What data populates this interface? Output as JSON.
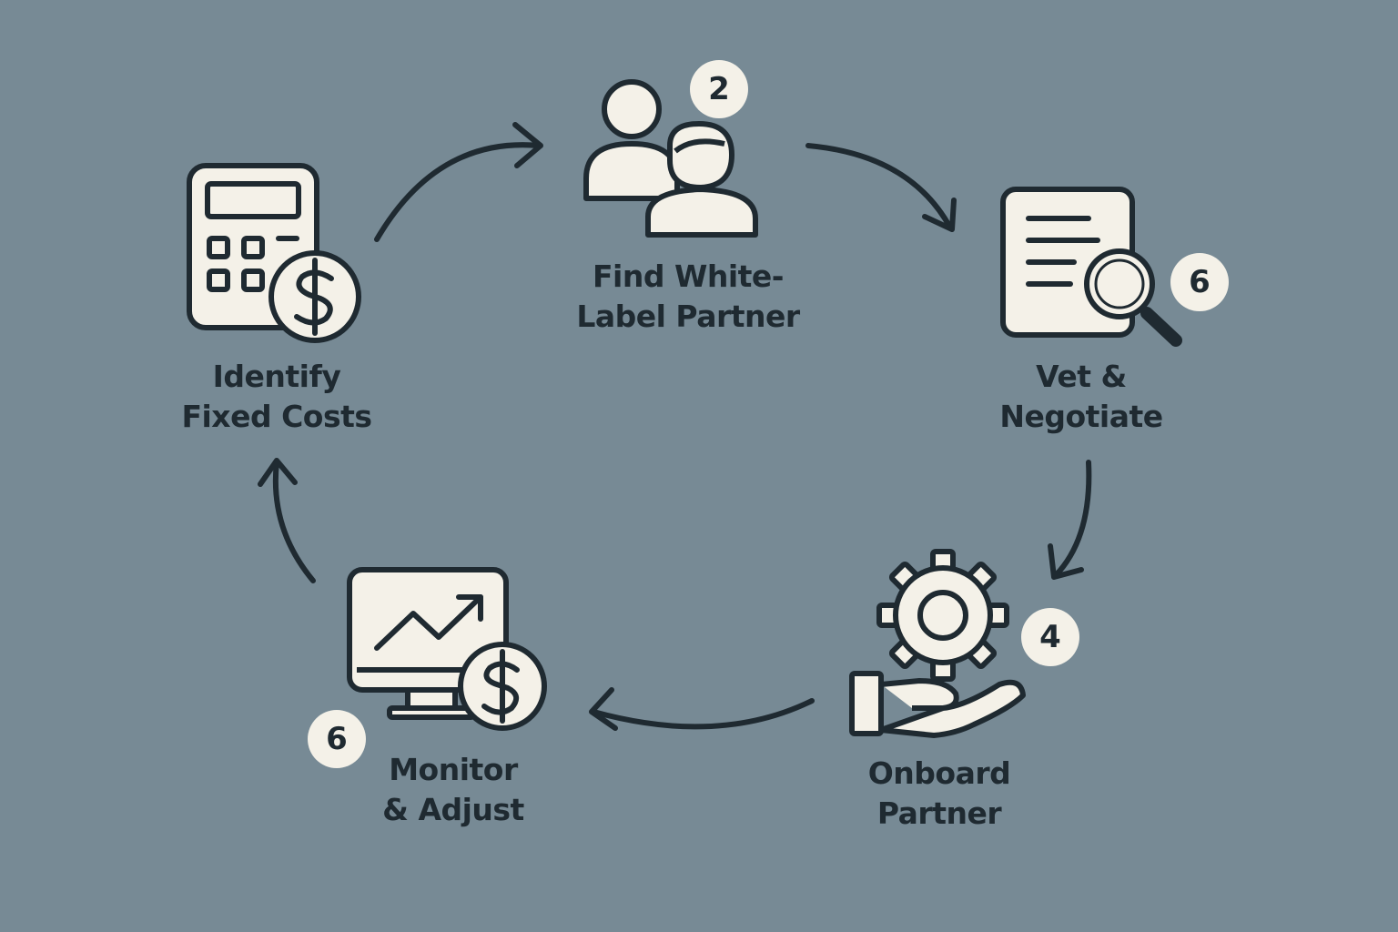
{
  "steps": [
    {
      "id": "identify",
      "lines": [
        "Identify",
        "Fixed Costs"
      ],
      "icon": "calculator-dollar-icon"
    },
    {
      "id": "find",
      "lines": [
        "Find White-",
        "Label Partner"
      ],
      "icon": "people-icon",
      "badge": "2"
    },
    {
      "id": "vet",
      "lines": [
        "Vet &",
        "Negotiate"
      ],
      "icon": "document-magnifier-icon",
      "badge": "6"
    },
    {
      "id": "onboard",
      "lines": [
        "Onboard",
        "Partner"
      ],
      "icon": "gear-hand-icon",
      "badge": "4"
    },
    {
      "id": "monitor",
      "lines": [
        "Monitor",
        "& Adjust"
      ],
      "icon": "monitor-chart-dollar-icon",
      "badge": "6"
    }
  ],
  "colors": {
    "background": "#778a95",
    "icon_fill": "#f4f1e8",
    "stroke": "#1f2a31"
  }
}
